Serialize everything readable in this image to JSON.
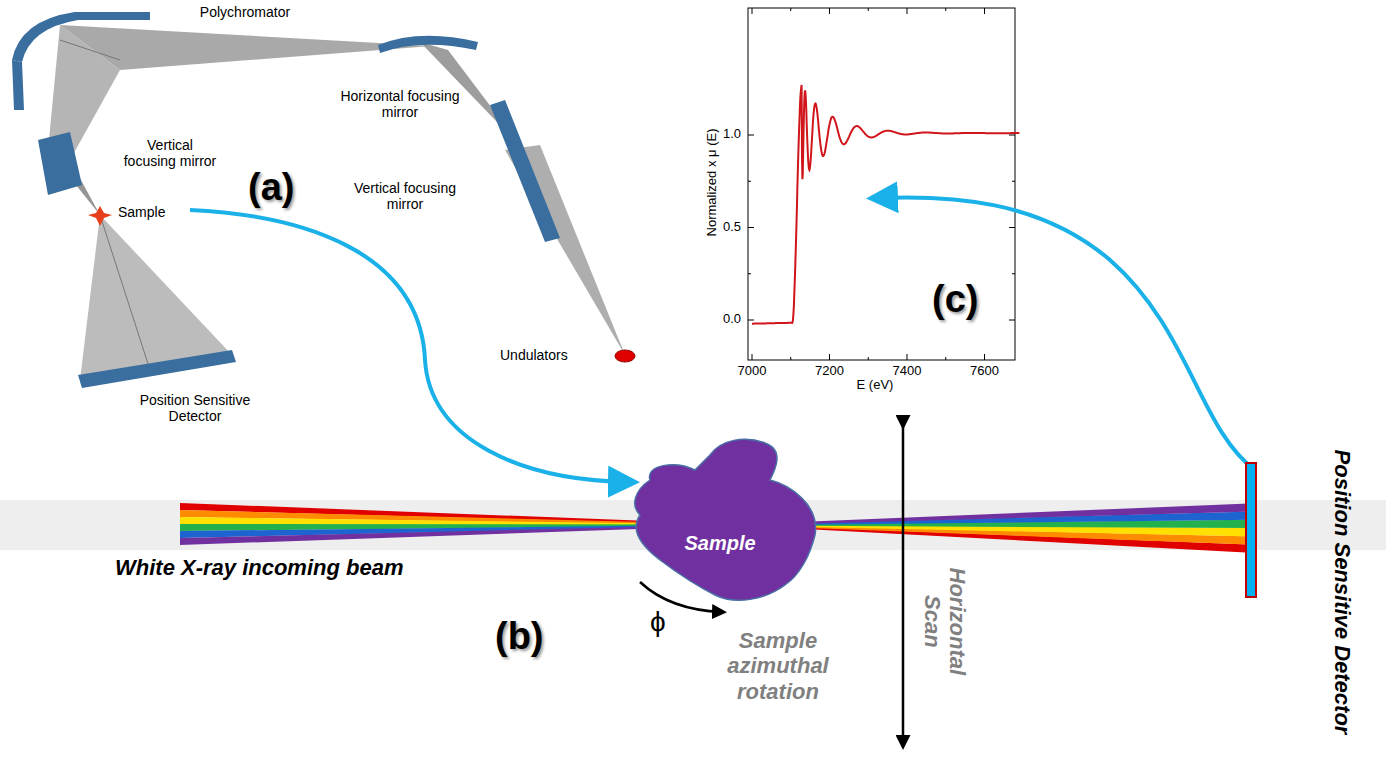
{
  "diagram": {
    "nodes": [
      {
        "text": [
          "Sample"
        ]
      },
      {
        "text": [
          "Position Sensitive Detector"
        ]
      }
    ],
    "labels": [
      "Polychromator",
      "Horizontal focusing mirror",
      "Vertical focusing mirror",
      "(a)",
      "Vertical focusing mirror",
      "Sample",
      "Undulators",
      "Position Sensitive Detector",
      "Normalized x μ (E)",
      "1.0",
      "0.5",
      "0.0",
      "7000",
      "7200",
      "7400",
      "7600",
      "E (eV)",
      "(c)",
      "White X-ray incoming beam",
      "(b)",
      "ϕ",
      "Sample azimuthal rotation",
      "Horizontal Scan"
    ]
  }
}
